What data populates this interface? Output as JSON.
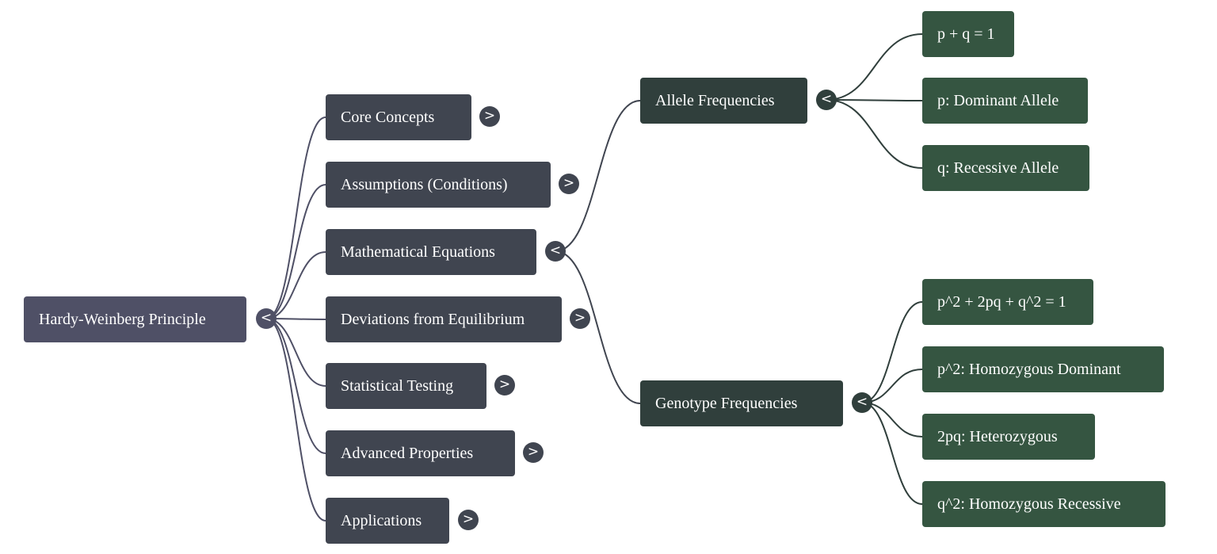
{
  "mindmap": {
    "root": {
      "label": "Hardy-Weinberg Principle",
      "toggle": "<"
    },
    "branches": [
      {
        "label": "Core Concepts",
        "toggle": ">"
      },
      {
        "label": "Assumptions (Conditions)",
        "toggle": ">"
      },
      {
        "label": "Mathematical Equations",
        "toggle": "<"
      },
      {
        "label": "Deviations from Equilibrium",
        "toggle": ">"
      },
      {
        "label": "Statistical Testing",
        "toggle": ">"
      },
      {
        "label": "Advanced Properties",
        "toggle": ">"
      },
      {
        "label": "Applications",
        "toggle": ">"
      }
    ],
    "sub_branches": [
      {
        "label": "Allele Frequencies",
        "toggle": "<"
      },
      {
        "label": "Genotype Frequencies",
        "toggle": "<"
      }
    ],
    "allele_leaves": [
      {
        "label": "p + q = 1"
      },
      {
        "label": "p: Dominant Allele"
      },
      {
        "label": "q: Recessive Allele"
      }
    ],
    "genotype_leaves": [
      {
        "label": "p^2 + 2pq + q^2 = 1"
      },
      {
        "label": "p^2: Homozygous Dominant"
      },
      {
        "label": "2pq: Heterozygous"
      },
      {
        "label": "q^2: Homozygous Recessive"
      }
    ]
  },
  "colors": {
    "root": "#4f5066",
    "branch": "#404550",
    "sub_branch": "#303f3c",
    "leaf": "#355541",
    "root_links": "#4f5066",
    "branch_links": "#404550",
    "sub_links": "#303f3c"
  }
}
